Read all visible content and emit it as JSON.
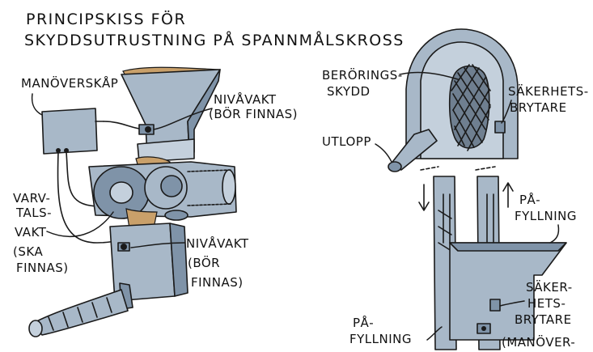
{
  "title": {
    "line1": "PRINCIPSKISS FÖR",
    "line2": "SKYDDSUTRUSTNING PÅ SPANNMÅLSKROSS"
  },
  "left_labels": {
    "manoverskap": "MANÖVERSKÅP",
    "nivavakt_top_1": "NIVÅVAKT",
    "nivavakt_top_2": "(BÖR FINNAS)",
    "varvtalsvakt_1": "VARV-",
    "varvtalsvakt_2": "TALS-",
    "varvtalsvakt_3": "VAKT",
    "varvtalsvakt_4": "(SKA",
    "varvtalsvakt_5": "FINNAS)",
    "nivavakt_bot_1": "NIVÅVAKT",
    "nivavakt_bot_2": "(BÖR",
    "nivavakt_bot_3": "FINNAS)"
  },
  "right_labels": {
    "berorings_1": "BERÖRINGS-",
    "berorings_2": "SKYDD",
    "sakerhet_top_1": "SÄKERHETS-",
    "sakerhet_top_2": "BRYTARE",
    "utlopp": "UTLOPP",
    "pafyllning_r_1": "PÅ-",
    "pafyllning_r_2": "FYLLNING",
    "sakerhet_bot_1": "SÄKER-",
    "sakerhet_bot_2": "HETS-",
    "sakerhet_bot_3": "BRYTARE",
    "pafyllning_l_1": "PÅ-",
    "pafyllning_l_2": "FYLLNING",
    "manover": "(MANÖVER-"
  },
  "colors": {
    "steel": "#a8b8c8",
    "steel_dark": "#7f93a8",
    "grain": "#c9a06a"
  }
}
